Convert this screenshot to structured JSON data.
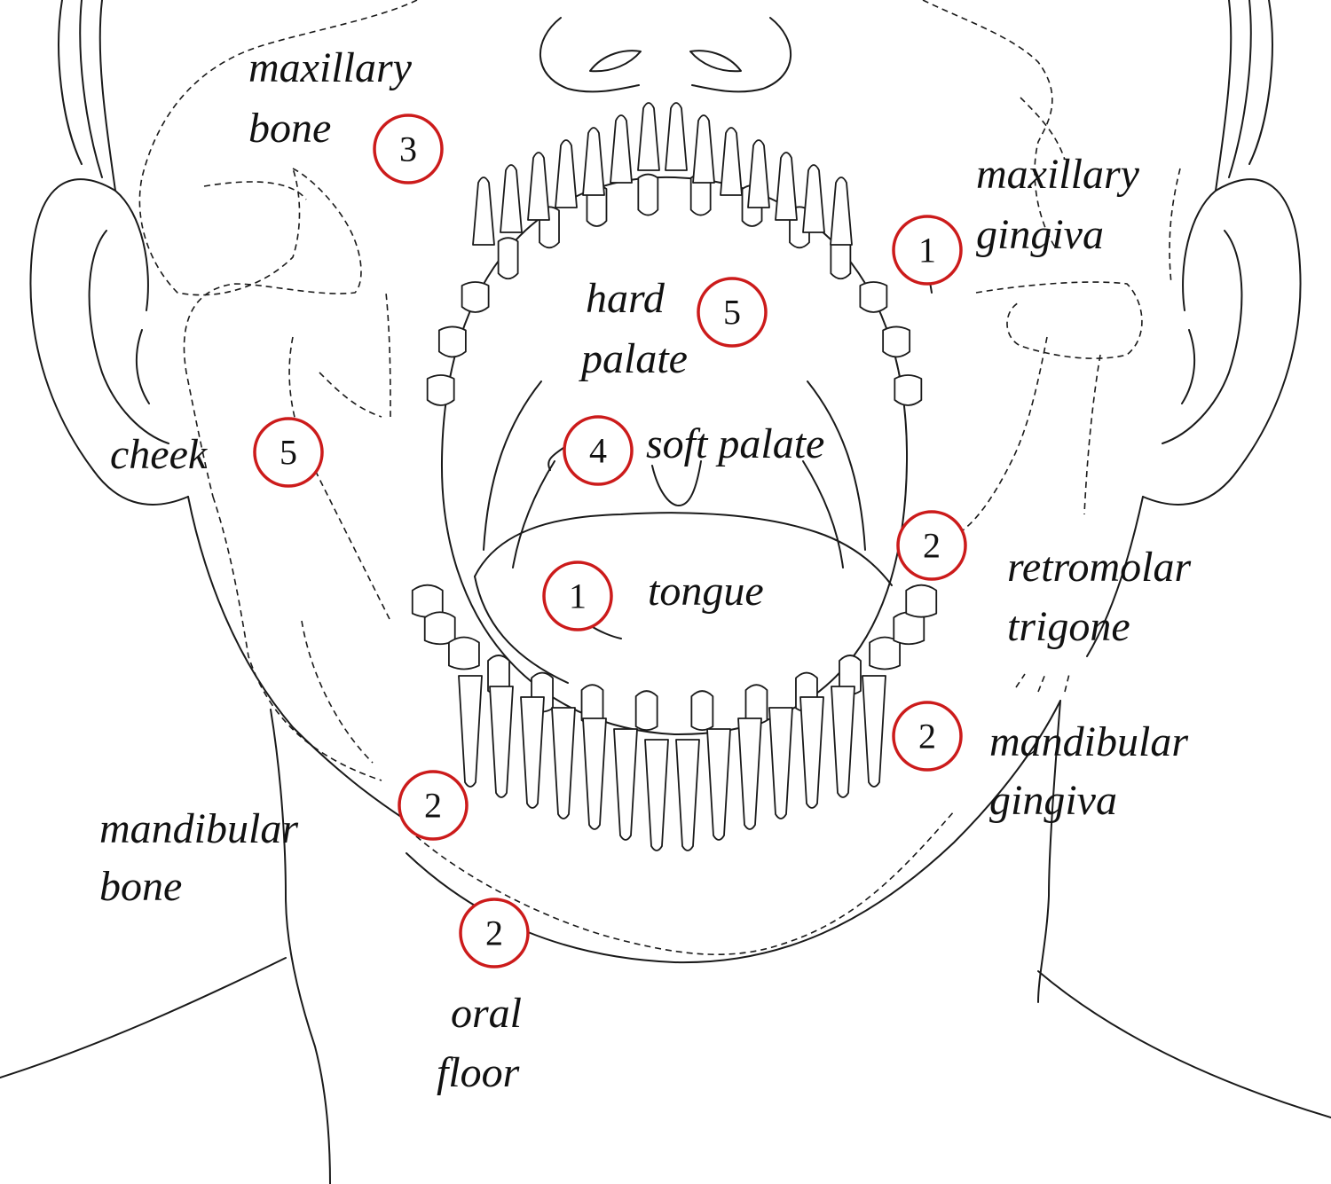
{
  "colors": {
    "marker_ring": "#cc1b1b",
    "line": "#1a1a1a",
    "background": "#ffffff"
  },
  "labels": {
    "maxillary_bone": [
      "maxillary",
      "bone"
    ],
    "maxillary_gingiva": [
      "maxillary",
      "gingiva"
    ],
    "hard_palate": [
      "hard",
      "palate"
    ],
    "soft_palate": "soft palate",
    "cheek": "cheek",
    "tongue": "tongue",
    "retromolar_trigone": [
      "retromolar",
      "trigone"
    ],
    "mandibular_gingiva": [
      "mandibular",
      "gingiva"
    ],
    "mandibular_bone": [
      "mandibular",
      "bone"
    ],
    "oral_floor": [
      "oral",
      "floor"
    ]
  },
  "markers": {
    "maxillary_bone": "3",
    "maxillary_gingiva": "1",
    "hard_palate": "5",
    "soft_palate": "4",
    "cheek": "5",
    "tongue": "1",
    "retromolar_trigone": "2",
    "mandibular_gingiva": "2",
    "mandibular_bone": "2",
    "oral_floor": "2"
  }
}
